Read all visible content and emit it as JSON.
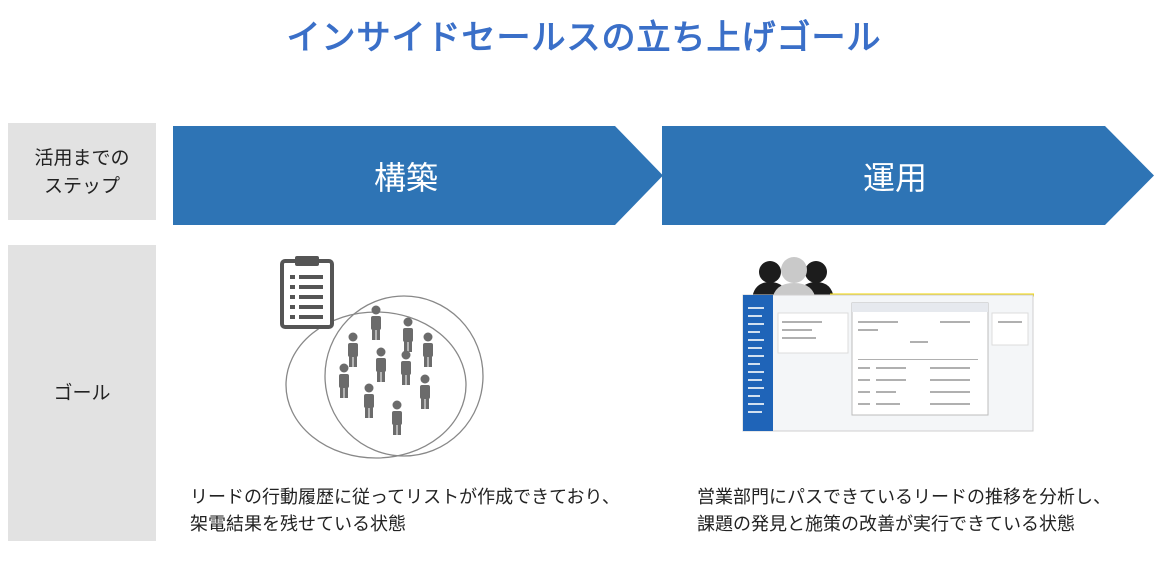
{
  "title": "インサイドセールスの立ち上げゴール",
  "labels": {
    "step_line1": "活用までの",
    "step_line2": "ステップ",
    "goal": "ゴール"
  },
  "steps": [
    {
      "label": "構築"
    },
    {
      "label": "運用"
    }
  ],
  "goals": [
    {
      "line1": "リードの行動履歴に従ってリストが作成できており、",
      "line2": "架電結果を残せている状態"
    },
    {
      "line1": "営業部門にパスできているリードの推移を分析し、",
      "line2": "課題の発見と施策の改善が実行できている状態"
    }
  ],
  "colors": {
    "title": "#3a6fc8",
    "arrow": "#2e74b5",
    "label_bg": "#e2e2e2"
  }
}
